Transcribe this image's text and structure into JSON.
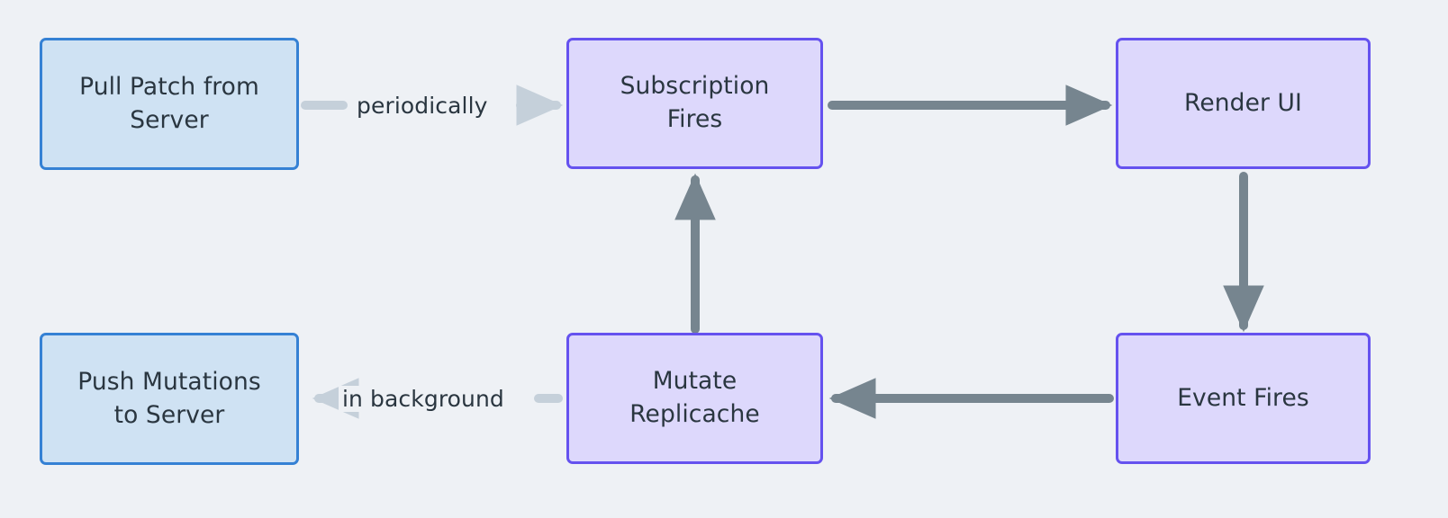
{
  "diagram": {
    "type": "flowchart",
    "background_color": "#eef1f5",
    "node_text_color": "#2a3640",
    "palette": {
      "blue_fill": "#cfe2f3",
      "blue_border": "#3581d4",
      "purple_fill": "#ddd8fc",
      "purple_border": "#6552ef",
      "arrow_dark": "#76858f",
      "arrow_light": "#c5d0da"
    },
    "nodes": [
      {
        "id": "pull-patch-from-server",
        "label": "Pull Patch from\nServer",
        "style": "blue"
      },
      {
        "id": "subscription-fires",
        "label": "Subscription\nFires",
        "style": "purple"
      },
      {
        "id": "render-ui",
        "label": "Render UI",
        "style": "purple"
      },
      {
        "id": "push-mutations-to-server",
        "label": "Push Mutations\nto Server",
        "style": "blue"
      },
      {
        "id": "mutate-replicache",
        "label": "Mutate\nReplicache",
        "style": "purple"
      },
      {
        "id": "event-fires",
        "label": "Event Fires",
        "style": "purple"
      }
    ],
    "edges": [
      {
        "id": "pull-to-subscription",
        "from": "pull-patch-from-server",
        "to": "subscription-fires",
        "label": "periodically",
        "direction": "right",
        "color": "#c5d0da"
      },
      {
        "id": "subscription-to-render",
        "from": "subscription-fires",
        "to": "render-ui",
        "label": "",
        "direction": "right",
        "color": "#76858f"
      },
      {
        "id": "render-to-event",
        "from": "render-ui",
        "to": "event-fires",
        "label": "",
        "direction": "down",
        "color": "#76858f"
      },
      {
        "id": "event-to-mutate",
        "from": "event-fires",
        "to": "mutate-replicache",
        "label": "",
        "direction": "left",
        "color": "#76858f"
      },
      {
        "id": "mutate-to-push",
        "from": "mutate-replicache",
        "to": "push-mutations-to-server",
        "label": "in background",
        "direction": "left",
        "color": "#c5d0da"
      },
      {
        "id": "mutate-to-subscription",
        "from": "mutate-replicache",
        "to": "subscription-fires",
        "label": "",
        "direction": "up",
        "color": "#76858f"
      }
    ]
  }
}
